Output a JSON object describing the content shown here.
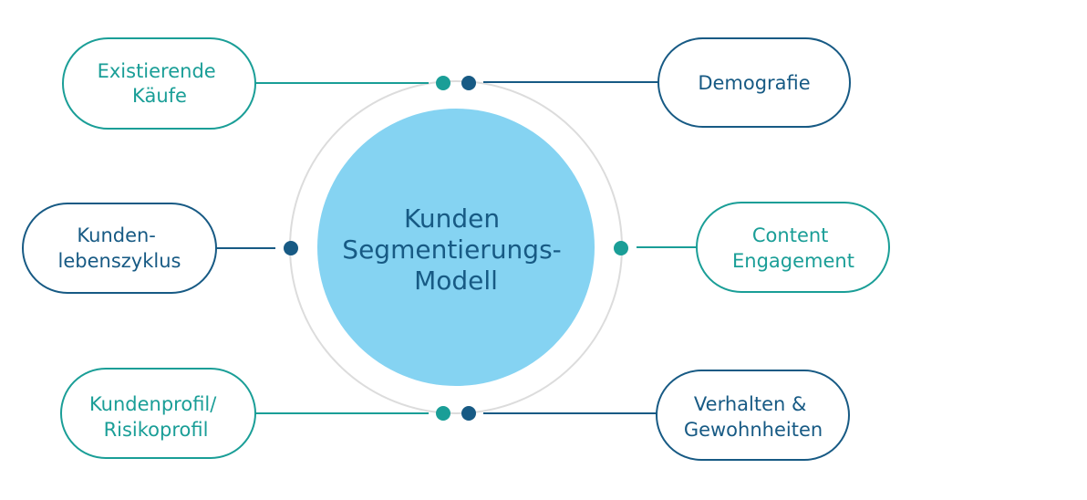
{
  "center": {
    "lines": [
      "Kunden",
      "Segmentierungs-",
      "Modell"
    ]
  },
  "nodes": {
    "existierende_kaeufe": {
      "lines": [
        "Existierende",
        "Käufe"
      ]
    },
    "demografie": {
      "lines": [
        "Demografie"
      ]
    },
    "kundenlebenszyklus": {
      "lines": [
        "Kunden-",
        "lebenszyklus"
      ]
    },
    "content_engagement": {
      "lines": [
        "Content",
        "Engagement"
      ]
    },
    "kundenprofil": {
      "lines": [
        "Kundenprofil/",
        "Risikoprofil"
      ]
    },
    "verhalten": {
      "lines": [
        "Verhalten &",
        "Gewohnheiten"
      ]
    }
  },
  "colors": {
    "teal": "#1a9e97",
    "navy": "#175a84",
    "center_fill": "#85d3f2",
    "center_text": "#175a84",
    "ring": "#dcdcdc"
  }
}
